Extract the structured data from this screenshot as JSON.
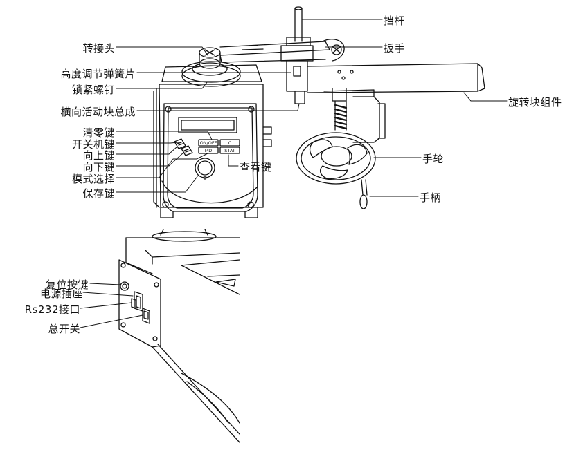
{
  "device_labels": {
    "top": {
      "stop_rod": "挡杆",
      "adapter": "转接头",
      "wrench": "扳手",
      "height_spring": "高度调节弹簧片",
      "lock_screw": "锁紧螺钉",
      "rotating_block": "旋转块组件",
      "lateral_slider": "横向活动块总成",
      "clear_key": "清零键",
      "power_key": "开关机键",
      "up_key": "向上键",
      "down_key": "向下键",
      "mode_select": "模式选择",
      "save_key": "保存键",
      "view_key": "查看键",
      "handwheel": "手轮",
      "handle": "手柄"
    },
    "bottom": {
      "reset_key": "复位按键",
      "power_socket": "电源插座",
      "rs232": "Rs232接口",
      "main_switch": "总开关"
    }
  },
  "panel_keys": {
    "on_off": "ON/OFF",
    "c": "C",
    "md": "MD",
    "stat": "STAT"
  }
}
